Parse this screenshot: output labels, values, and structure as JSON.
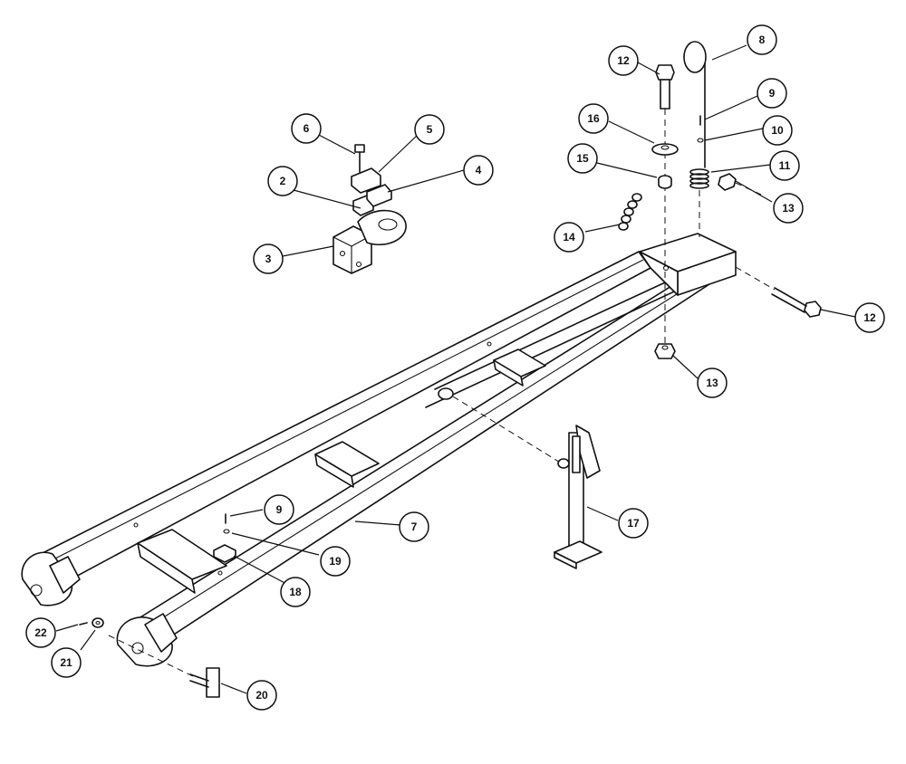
{
  "callouts": [
    {
      "id": "c2",
      "label": "2"
    },
    {
      "id": "c3",
      "label": "3"
    },
    {
      "id": "c4",
      "label": "4"
    },
    {
      "id": "c5",
      "label": "5"
    },
    {
      "id": "c6",
      "label": "6"
    },
    {
      "id": "c7",
      "label": "7"
    },
    {
      "id": "c8",
      "label": "8"
    },
    {
      "id": "c9a",
      "label": "9"
    },
    {
      "id": "c9b",
      "label": "9"
    },
    {
      "id": "c10",
      "label": "10"
    },
    {
      "id": "c11",
      "label": "11"
    },
    {
      "id": "c12a",
      "label": "12"
    },
    {
      "id": "c12b",
      "label": "12"
    },
    {
      "id": "c13a",
      "label": "13"
    },
    {
      "id": "c13b",
      "label": "13"
    },
    {
      "id": "c14",
      "label": "14"
    },
    {
      "id": "c15",
      "label": "15"
    },
    {
      "id": "c16",
      "label": "16"
    },
    {
      "id": "c17",
      "label": "17"
    },
    {
      "id": "c18",
      "label": "18"
    },
    {
      "id": "c19",
      "label": "19"
    },
    {
      "id": "c20",
      "label": "20"
    },
    {
      "id": "c21",
      "label": "21"
    },
    {
      "id": "c22",
      "label": "22"
    }
  ]
}
